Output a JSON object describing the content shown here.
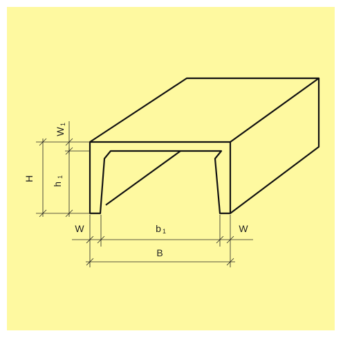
{
  "diagram": {
    "background_color": "#fef9a0",
    "line_color": "#111111",
    "labels": {
      "H": "H",
      "h1": "h",
      "h1_sub": "1",
      "W1": "W",
      "W1_sub": "1",
      "W_left": "W",
      "W_right": "W",
      "b1": "b",
      "b1_sub": "1",
      "B": "B"
    }
  }
}
